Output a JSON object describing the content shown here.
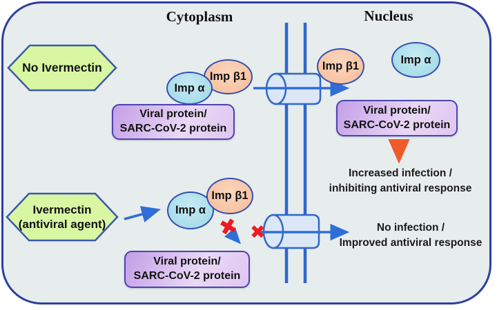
{
  "titles": {
    "cytoplasm": "Cytoplasm",
    "nucleus": "Nucleus"
  },
  "no_ivermectin": {
    "hexagon_label": "No Ivermectin",
    "cyto_imp_alpha": "Imp α",
    "cyto_imp_beta1": "Imp β1",
    "cyto_viral_box": {
      "line1": "Viral protein/",
      "line2": "SARC-CoV-2 protein"
    },
    "nuc_imp_beta1": "Imp β1",
    "nuc_imp_alpha": "Imp α",
    "nuc_viral_box": {
      "line1": "Viral protein/",
      "line2": "SARC-CoV-2 protein"
    },
    "outcome": {
      "line1": "Increased infection /",
      "line2": "inhibiting antiviral response"
    }
  },
  "ivermectin": {
    "hexagon": {
      "line1": "Ivermectin",
      "line2": "(antiviral agent)"
    },
    "imp_alpha": "Imp α",
    "imp_beta1": "Imp β1",
    "viral_box": {
      "line1": "Viral protein/",
      "line2": "SARC-CoV-2 protein"
    },
    "outcome": {
      "line1": "No infection /",
      "line2": "Improved antiviral response"
    },
    "blocked_mark": "✖"
  },
  "colors": {
    "cell_fill": "#e7eced",
    "cell_border": "#2e3f9f",
    "membrane_blue": "#2f66cc",
    "pore_fill": "#dbe7f6",
    "hexagon_green": "#d9f7a3",
    "imp_alpha_blue": "#a8dbe9",
    "imp_beta1_peach": "#f7c2a2",
    "viral_box_purple": "#c49ee6",
    "arrow_blue": "#2f6ed6",
    "arrow_orange": "#f05a28",
    "blocked_red": "#ec1c24"
  }
}
